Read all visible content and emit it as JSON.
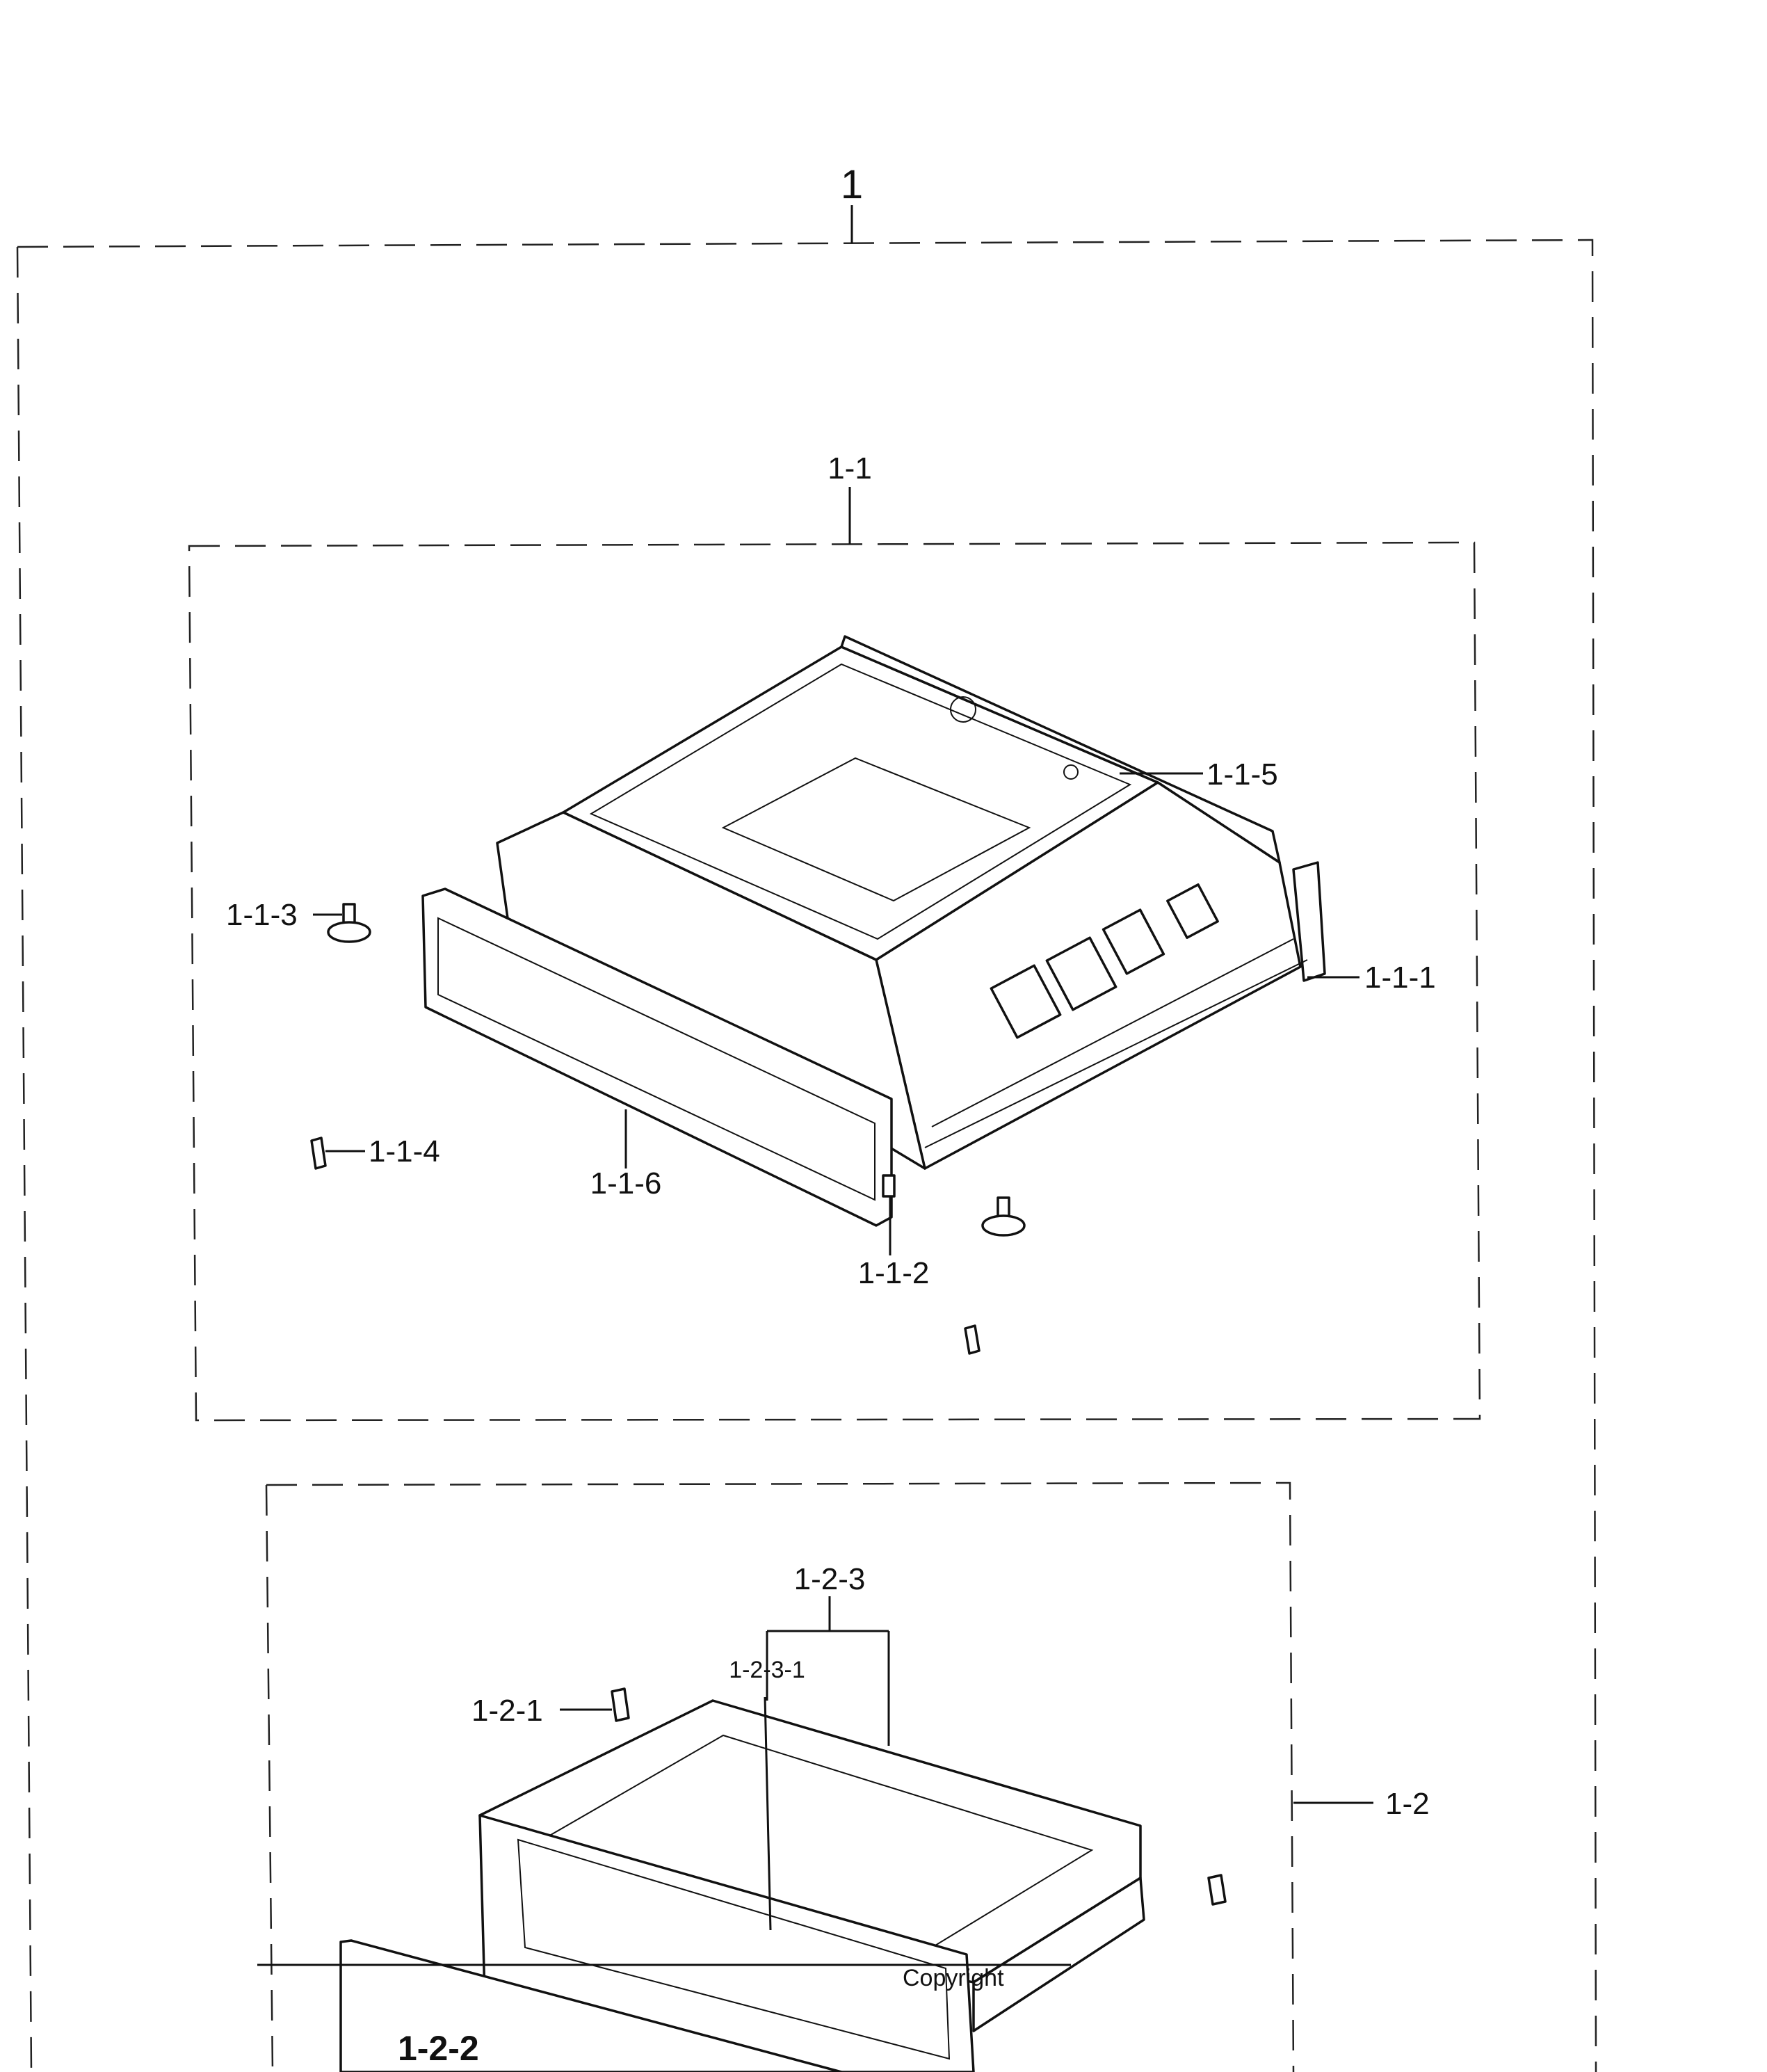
{
  "labels": {
    "assembly": "1",
    "sub_1_1": "1-1",
    "p_1_1_1": "1-1-1",
    "p_1_1_2": "1-1-2",
    "p_1_1_3": "1-1-3",
    "p_1_1_4": "1-1-4",
    "p_1_1_5": "1-1-5",
    "p_1_1_6": "1-1-6",
    "sub_1_2": "1-2",
    "p_1_2_1": "1-2-1",
    "p_1_2_2": "1-2-2",
    "p_1_2_3": "1-2-3",
    "p_1_2_3_1": "1-2-3-1",
    "watermark": "Copyright"
  }
}
